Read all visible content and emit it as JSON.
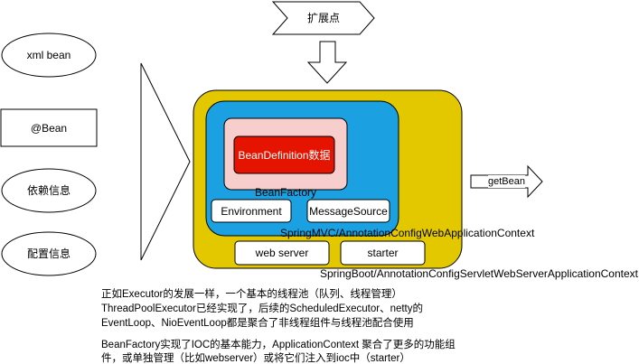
{
  "inputs": {
    "xml_bean": "xml bean",
    "at_bean": "@Bean",
    "dependency_info": "依赖信息",
    "config_info": "配置信息"
  },
  "extension_point": "扩展点",
  "bean_definition": "BeanDefinition数据",
  "bean_factory": "BeanFactory",
  "environment": "Environment",
  "message_source": "MessageSource",
  "springmvc_context": "SpringMVC/AnnotationConfigWebApplicationContext",
  "web_server": "web server",
  "starter": "starter",
  "springboot_context": "SpringBoot/AnnotationConfigServletWebServerApplicationContext",
  "get_bean": "getBean",
  "notes": {
    "line1": "正如Executor的发展一样，一个基本的线程池（队列、线程管理）",
    "line2": "ThreadPoolExecutor已经实现了，后续的ScheduledExecutor、netty的",
    "line3": "EventLoop、NioEventLoop都是聚合了非线程组件与线程池配合使用",
    "line4": "BeanFactory实现了IOC的基本能力，ApplicationContext 聚合了更多的功能组",
    "line5": "件，或单独管理（比如webserver）或将它们注入到ioc中（starter）"
  },
  "colors": {
    "springboot_fill": "#e3c800",
    "springmvc_fill": "#1ba1e2",
    "bean_factory_fill": "#f8cecc",
    "bean_definition_fill": "#e51400",
    "box_fill": "#ffffff",
    "stroke": "#000000"
  }
}
